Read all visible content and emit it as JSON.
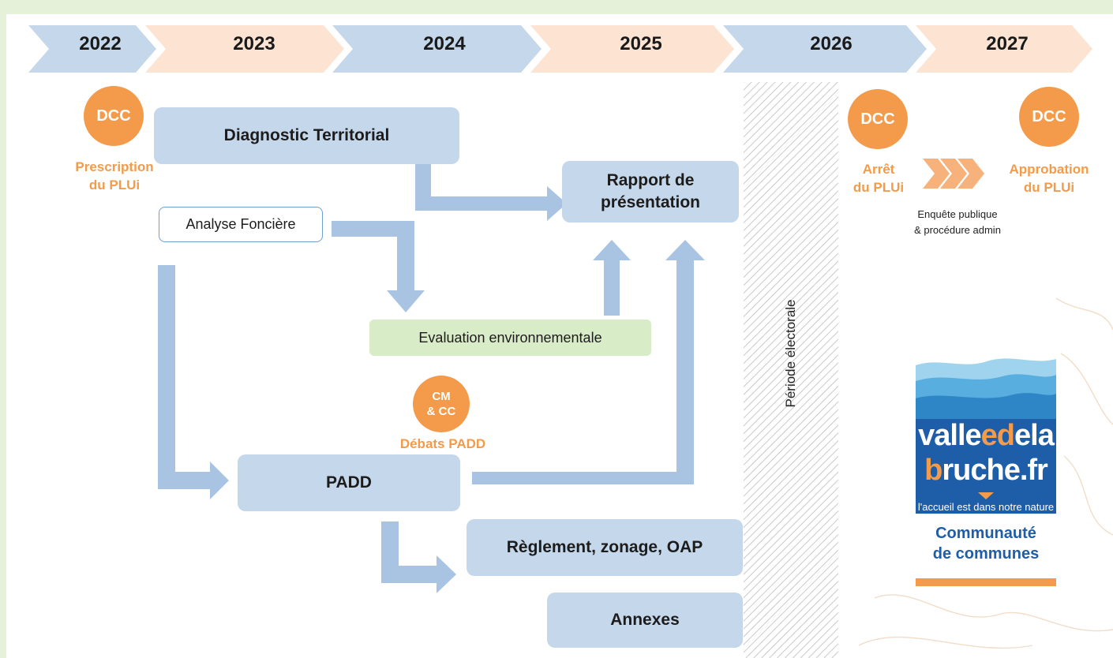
{
  "timeline": {
    "years": [
      "2022",
      "2023",
      "2024",
      "2025",
      "2026",
      "2027"
    ],
    "colors": {
      "blue": "#c5d7ea",
      "peach": "#fde4d2"
    }
  },
  "start": {
    "badge": "DCC",
    "label": "Prescription\ndu PLUi"
  },
  "boxes": {
    "diagnostic": "Diagnostic Territorial",
    "rapport": "Rapport de\nprésentation",
    "analyse": "Analyse Foncière",
    "evaluation": "Evaluation environnementale",
    "padd": "PADD",
    "reglement": "Règlement, zonage, OAP",
    "annexes": "Annexes"
  },
  "debats": {
    "badge": "CM\n& CC",
    "label": "Débats PADD"
  },
  "electoral": {
    "label": "Période électorale"
  },
  "arret": {
    "badge": "DCC",
    "label": "Arrêt\ndu PLUi"
  },
  "approbation": {
    "badge": "DCC",
    "label": "Approbation\ndu PLUi"
  },
  "enquete": {
    "label": "Enquête publique\n& procédure admin"
  },
  "logo": {
    "parts_line1": [
      "valle",
      "e",
      "d",
      "e",
      "la"
    ],
    "parts_line2": [
      "b",
      "ruche.fr"
    ],
    "tagline": "l'accueil est dans notre nature",
    "org": "Communauté\nde communes"
  },
  "colors": {
    "accent": "#f39b4a",
    "box": "#c5d7ea",
    "arrow": "#a9c4e2",
    "green": "#d9ecc8",
    "brand": "#1e5ea8"
  }
}
